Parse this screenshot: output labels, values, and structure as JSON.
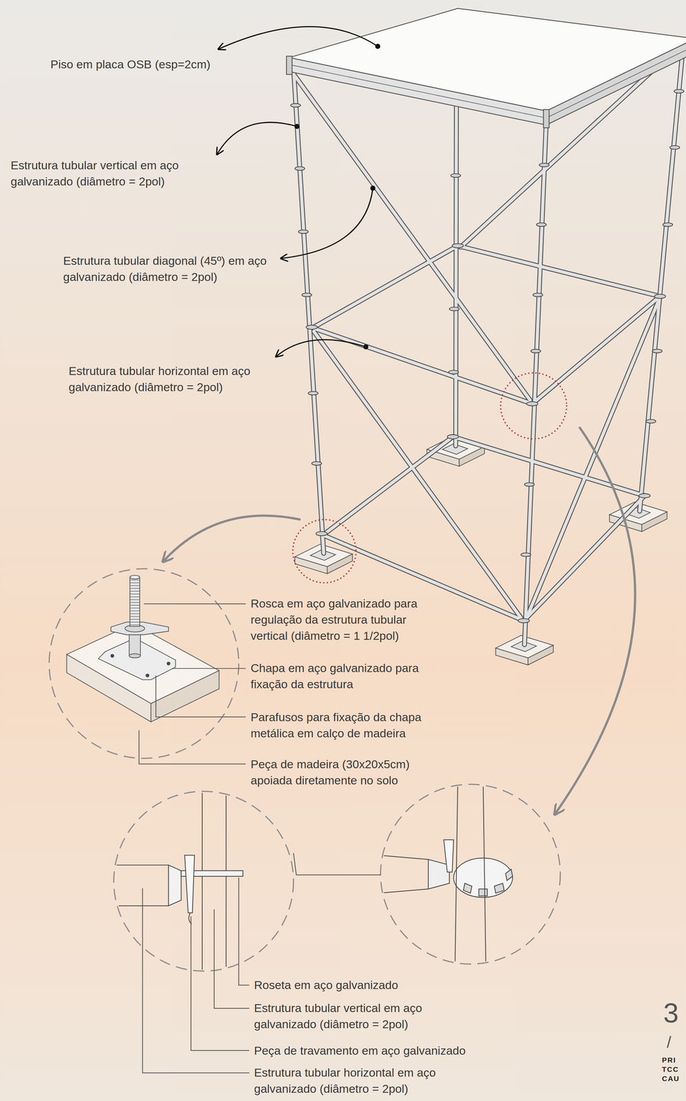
{
  "diagram": {
    "labels": [
      "Piso em placa OSB (esp=2cm)",
      "Estrutura tubular vertical em aço galvanizado (diâmetro = 2pol)",
      "Estrutura tubular diagonal (45º) em aço galvanizado (diâmetro = 2pol)",
      "Estrutura tubular horizontal em aço galvanizado (diâmetro = 2pol)",
      "Rosca em aço galvanizado para regulação da estrutura tubular vertical (diâmetro = 1 1/2pol)",
      "Chapa em aço galvanizado para fixação da estrutura",
      "Parafusos para fixação da chapa metálica em calço de madeira",
      "Peça de madeira (30x20x5cm) apoiada diretamente no solo",
      "Roseta em aço galvanizado",
      "Estrutura tubular vertical em aço galvanizado (diâmetro = 2pol)",
      "Peça de travamento em aço galvanizado",
      "Estrutura tubular horizontal em aço galvanizado (diâmetro = 2pol)",
      "3",
      "/",
      "PRI",
      "TCC",
      "CAU"
    ]
  }
}
